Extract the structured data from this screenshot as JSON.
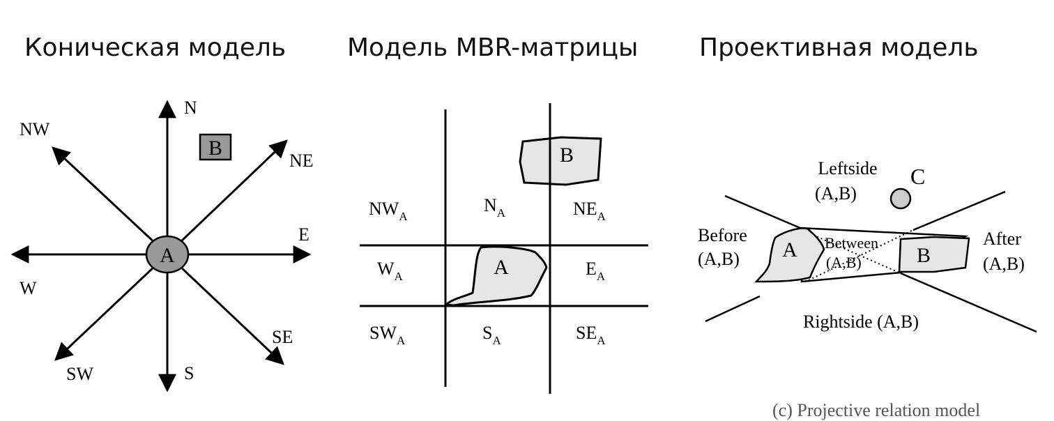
{
  "titles": {
    "cone": "Коническая модель",
    "mbr": "Модель MBR-матрицы",
    "projective": "Проективная модель"
  },
  "cone": {
    "directions": [
      "N",
      "NE",
      "E",
      "SE",
      "S",
      "SW",
      "W",
      "NW"
    ],
    "object_a": "A",
    "object_b": "B"
  },
  "mbr": {
    "object_a": "A",
    "object_b": "B",
    "subscript": "A",
    "cells": {
      "nw": "NW",
      "n": "N",
      "ne": "NE",
      "w": "W",
      "e": "E",
      "sw": "SW",
      "s": "S",
      "se": "SE"
    }
  },
  "projective": {
    "object_a": "A",
    "object_b": "B",
    "object_c": "C",
    "leftside_1": "Leftside",
    "leftside_2": "(A,B)",
    "before_1": "Before",
    "before_2": "(A,B)",
    "between_1": "Between",
    "between_2": "(A,B)",
    "after_1": "After",
    "after_2": "(A,B)",
    "rightside": "Rightside (A,B)"
  },
  "caption": "(c) Projective relation model",
  "colors": {
    "shape_fill_light": "#e6e6e6",
    "shape_fill_dark": "#999999",
    "stroke": "#000000"
  }
}
